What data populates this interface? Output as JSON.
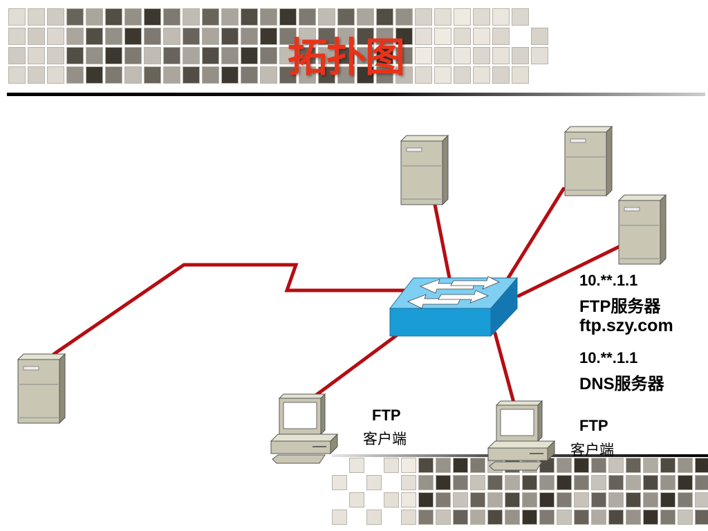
{
  "title": "拓扑图",
  "labels": {
    "server_ip": "10.**.1.1",
    "server_role": "FTP服务器",
    "server_domain": "ftp.szy.com",
    "dns_ip": "10.**.1.1",
    "dns_role": "DNS服务器",
    "client1_proto": "FTP",
    "client1_role": "客户端",
    "client2_proto": "FTP",
    "client2_role": "客户端"
  },
  "colors": {
    "link": "#b50d12",
    "switch": "#1a9cd6",
    "device": "#c9c7b4",
    "title": "#e8331a"
  },
  "icons": [
    "server-icon",
    "switch-icon",
    "pc-icon"
  ]
}
